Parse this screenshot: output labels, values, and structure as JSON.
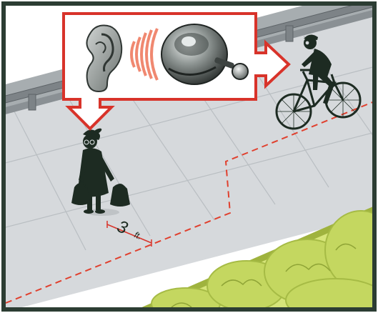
{
  "measurement": {
    "distance": "3",
    "unit": "ft."
  },
  "colors": {
    "frame_border": "#2c3d33",
    "callout_red": "#d8332a",
    "sound_waves": "#f08870",
    "path_line": "#e0402e",
    "silhouette": "#1d2b22",
    "sidewalk": "#d6d9dc",
    "grass": "#d6e57a"
  },
  "icons": {
    "ear": "ear-icon",
    "bell": "bike-bell-icon",
    "sound": "sound-waves-icon",
    "pedestrian": "pedestrian-with-bags",
    "cyclist": "cyclist-on-bicycle"
  }
}
